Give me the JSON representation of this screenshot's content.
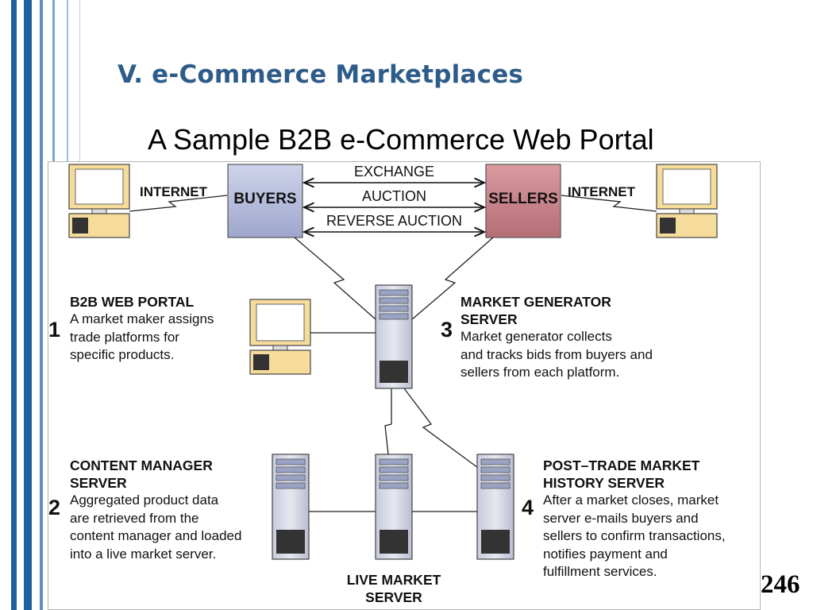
{
  "slide": {
    "heading": "V. e-Commerce Marketplaces",
    "page_number": "246",
    "accent_color": "#2e5c8a"
  },
  "diagram": {
    "title": "A Sample B2B e-Commerce Web Portal",
    "buyers": "BUYERS",
    "sellers": "SELLERS",
    "internet_left": "INTERNET",
    "internet_right": "INTERNET",
    "links": [
      "EXCHANGE",
      "AUCTION",
      "REVERSE AUCTION"
    ],
    "steps": [
      {
        "number": "1",
        "heading": [
          "B2B WEB PORTAL"
        ],
        "text": [
          "A market maker assigns",
          "trade platforms for",
          "specific products."
        ]
      },
      {
        "number": "2",
        "heading": [
          "CONTENT MANAGER",
          "SERVER"
        ],
        "text": [
          "Aggregated product data",
          "are retrieved from the",
          "content manager and loaded",
          "into a live market server."
        ]
      },
      {
        "number": "3",
        "heading": [
          "MARKET GENERATOR",
          "SERVER"
        ],
        "text": [
          "Market generator collects",
          "and tracks bids from buyers and",
          "sellers from each platform."
        ]
      },
      {
        "number": "4",
        "heading": [
          "POST–TRADE MARKET",
          "HISTORY SERVER"
        ],
        "text": [
          "After a market closes, market",
          "server e-mails buyers and",
          "sellers to confirm transactions,",
          "notifies payment and",
          "fulfillment services."
        ]
      }
    ],
    "live_market_server": [
      "LIVE MARKET",
      "SERVER"
    ],
    "colors": {
      "buyers_fill": "#b9bfdc",
      "sellers_fill": "#c9858b",
      "monitor_fill": "#f5dc9a",
      "server_fill": "#d6d9e6"
    }
  }
}
